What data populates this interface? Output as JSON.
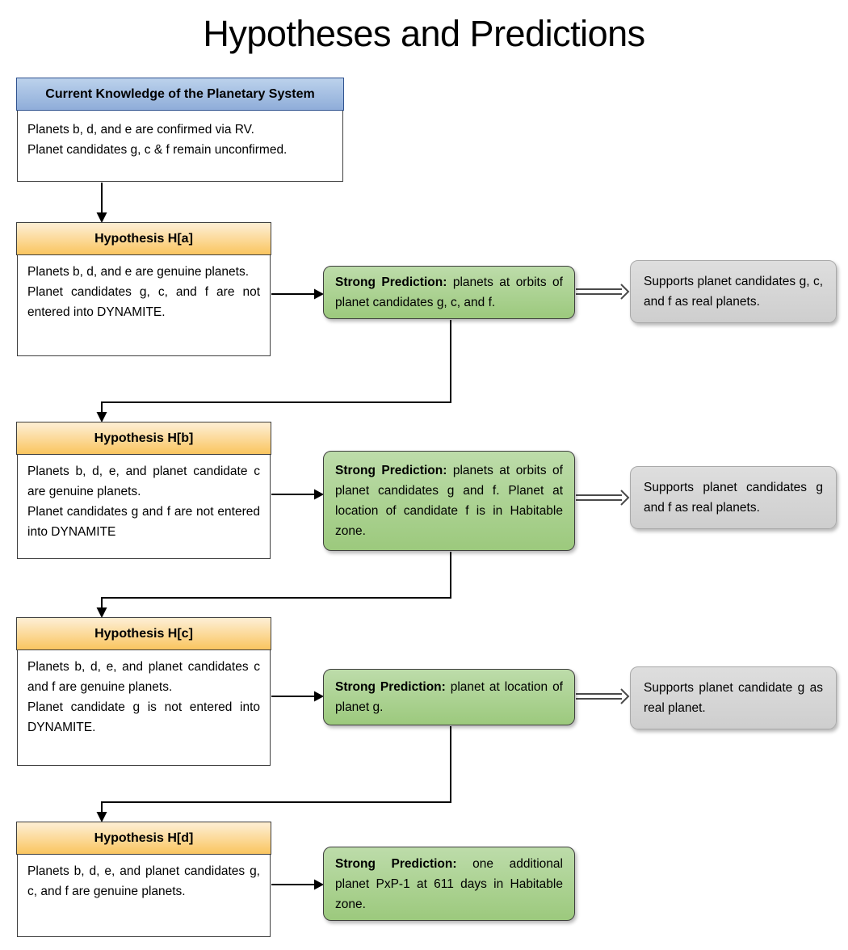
{
  "title": "Hypotheses and Predictions",
  "knowledge": {
    "header": "Current Knowledge of the Planetary System",
    "line1": "Planets b, d, and e are confirmed via RV.",
    "line2": "Planet candidates g, c & f remain unconfirmed."
  },
  "hypotheses": [
    {
      "header": "Hypothesis H[a]",
      "line1": "Planets b, d, and e are genuine planets.",
      "line2": "Planet candidates g, c, and f are not entered into DYNAMITE.",
      "prediction_label": "Strong Prediction:",
      "prediction_text": "planets at orbits of planet candidates g, c, and  f.",
      "support": "Supports planet candidates g, c, and f as real planets."
    },
    {
      "header": "Hypothesis H[b]",
      "line1": "Planets b, d, e, and planet candidate c are genuine planets.",
      "line2": "Planet candidates g and f are not entered into DYNAMITE",
      "prediction_label": "Strong Prediction:",
      "prediction_text": "planets at orbits of planet candidates g and f. Planet at location of candidate f is in Habitable zone.",
      "support": "Supports planet candidates g and f as real planets."
    },
    {
      "header": "Hypothesis H[c]",
      "line1": "Planets b, d, e, and planet candidates c and f are genuine planets.",
      "line2": "Planet candidate g is not entered into DYNAMITE.",
      "prediction_label": "Strong Prediction:",
      "prediction_text": "planet at location of planet g.",
      "support": "Supports planet candidate g as real planet."
    },
    {
      "header": "Hypothesis H[d]",
      "line1": "Planets b, d, e, and planet candidates g, c, and f are genuine planets.",
      "line2": "",
      "prediction_label": "Strong Prediction:",
      "prediction_text": "one additional planet PxP-1 at 611 days in Habitable zone.",
      "support": ""
    }
  ],
  "colors": {
    "blue_header": "#9DBEE4",
    "blue_border": "#2F528F",
    "orange_header": "#FAC55F",
    "green_fill": "#A9D18E",
    "gray_fill": "#D6D6D6",
    "box_border": "#3F3F3F",
    "connector": "#000000"
  }
}
